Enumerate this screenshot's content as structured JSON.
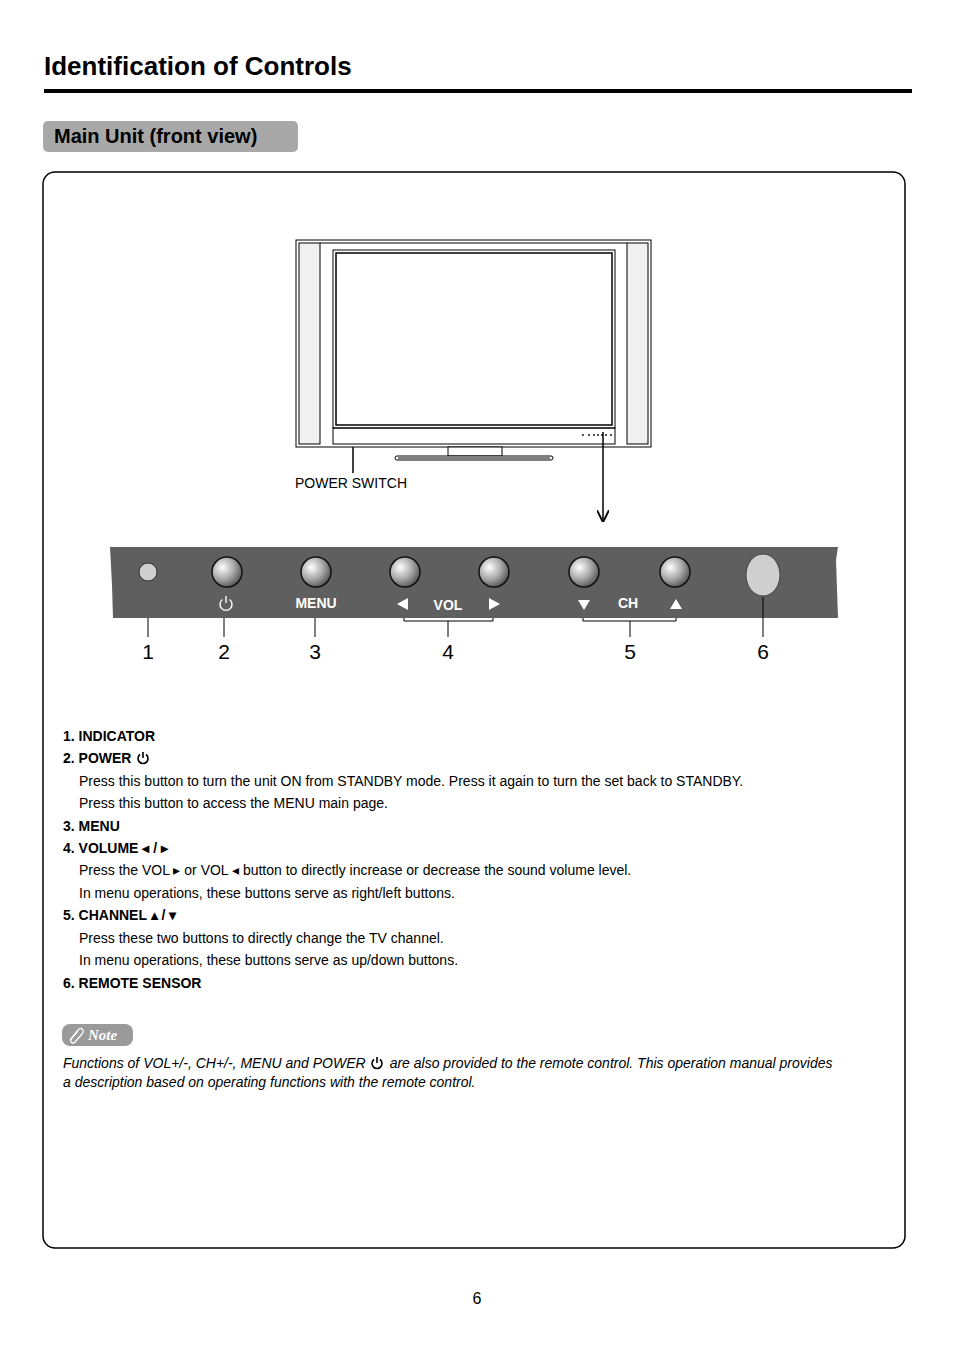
{
  "diagram": {
    "title": "Identification of Controls",
    "nodes": [
      {
        "text": [
          "Main Unit (front view)"
        ]
      },
      {
        "text": [
          "MENU",
          "VOL",
          "CH"
        ]
      },
      {
        "text": [
          "Note"
        ]
      }
    ],
    "labels": [
      "POWER SWITCH",
      "1",
      "2",
      "3",
      "4",
      "5",
      "6",
      "1. INDICATOR",
      "2. POWER",
      "Press this button to turn the unit ON from STANDBY mode. Press it again to turn the set back to STANDBY.",
      "Press this button to access the MENU main page.",
      "3. MENU",
      "4. VOLUME ◂ / ▸",
      "Press the VOL ▸ or VOL ◂ button to directly increase or decrease the sound volume level.",
      "In menu operations, these buttons serve as right/left buttons.",
      "5. CHANNEL ▴ / ▾",
      "Press these two buttons to directly change the TV channel.",
      "In menu operations, these buttons serve as up/down buttons.",
      "6. REMOTE SENSOR",
      "Functions of VOL+/-, CH+/-, MENU and POWER",
      "are also provided to the remote control. This operation manual provides a description based on operating functions with the remote control.",
      "6"
    ]
  }
}
